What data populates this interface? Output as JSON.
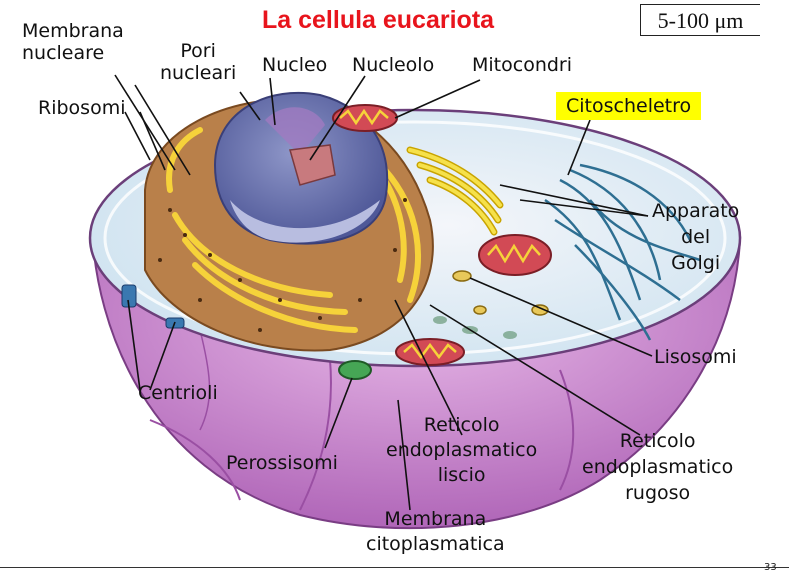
{
  "title": "La cellula eucariota",
  "scale": "5-100 μm",
  "page_number": "33",
  "highlight_color": "#ffff00",
  "title_color": "#e8141c",
  "labels": {
    "membrana_nucleare_1": "Membrana",
    "membrana_nucleare_2": "nucleare",
    "pori_nucleari_1": "Pori",
    "pori_nucleari_2": "nucleari",
    "nucleo": "Nucleo",
    "nucleolo": "Nucleolo",
    "mitocondri": "Mitocondri",
    "ribosomi": "Ribosomi",
    "citoscheletro": "Citoscheletro",
    "apparato_golgi_1": "Apparato",
    "apparato_golgi_2": "del",
    "apparato_golgi_3": "Golgi",
    "lisosomi": "Lisosomi",
    "centrioli": "Centrioli",
    "reticolo_liscio_1": "Reticolo",
    "reticolo_liscio_2": "endoplasmatico",
    "reticolo_liscio_3": "liscio",
    "reticolo_rugoso_1": "Reticolo",
    "reticolo_rugoso_2": "endoplasmatico",
    "reticolo_rugoso_3": "rugoso",
    "perossisomi": "Perossisomi",
    "membrana_cito_1": "Membrana",
    "membrana_cito_2": "citoplasmatica"
  }
}
